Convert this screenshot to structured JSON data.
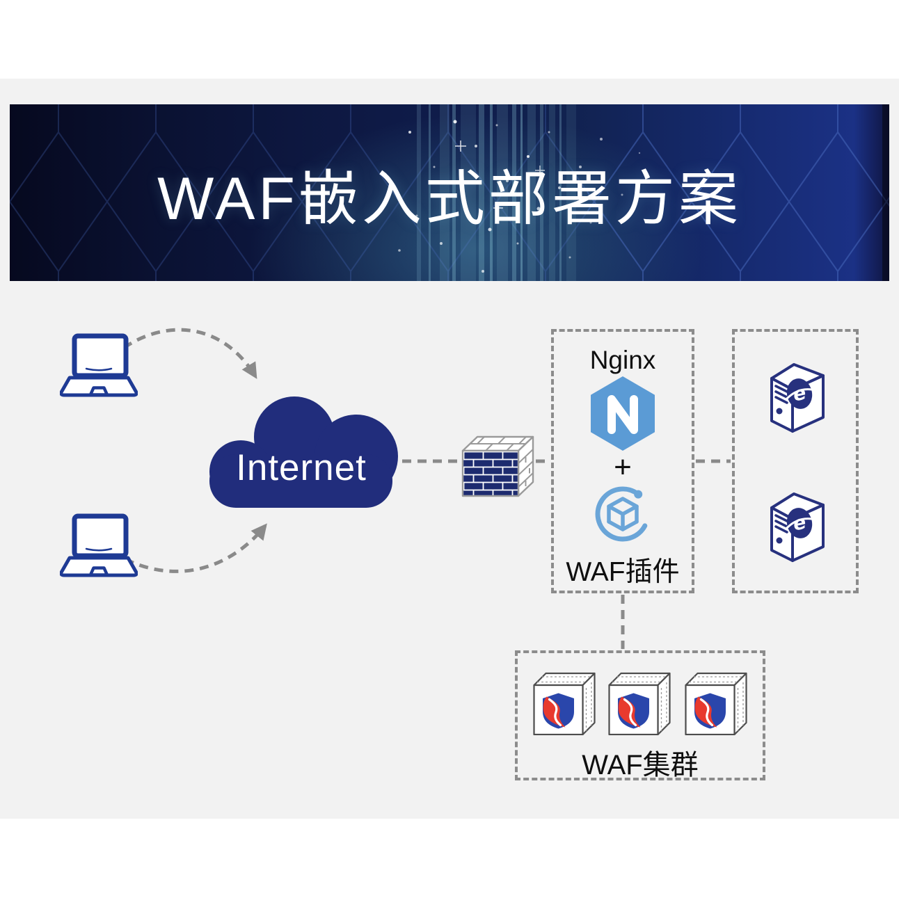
{
  "banner": {
    "title": "WAF嵌入式部署方案"
  },
  "diagram": {
    "internet": {
      "label": "Internet"
    },
    "nginx_group": {
      "title": "Nginx",
      "plus_sign": "+",
      "plugin_label": "WAF插件"
    },
    "waf_cluster": {
      "label": "WAF集群"
    },
    "server_badge_letter": "e"
  },
  "colors": {
    "band_gray": "#f2f2f2",
    "cloud_navy": "#212d7c",
    "laptop_blue": "#1e3a94",
    "firewall_brick_navy": "#1d2b6f",
    "server_navy": "#27317e",
    "nginx_blue": "#5b9bd5",
    "plugin_blue": "#6aa5d8",
    "shield_blue": "#2a46ab",
    "shield_red": "#e83a2e",
    "connector_gray": "#8a8a8a",
    "banner_navy": "#0f1c4b"
  }
}
